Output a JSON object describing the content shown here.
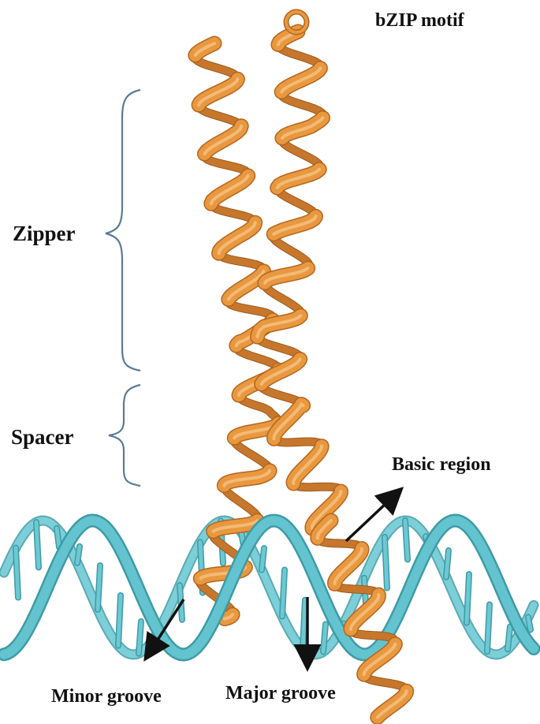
{
  "figure": {
    "title": "bZIP motif",
    "labels": {
      "zipper": "Zipper",
      "spacer": "Spacer",
      "basic_region": "Basic region",
      "minor_groove": "Minor groove",
      "major_groove": "Major groove"
    },
    "colors": {
      "protein_helix": "#E8983F",
      "protein_shadow": "#B5651D",
      "protein_highlight": "#F6C385",
      "dna_backbone": "#63C4CF",
      "dna_shadow": "#3E9BA6",
      "bracket": "#5B7A99",
      "arrow": "#111111",
      "text": "#111111"
    }
  }
}
